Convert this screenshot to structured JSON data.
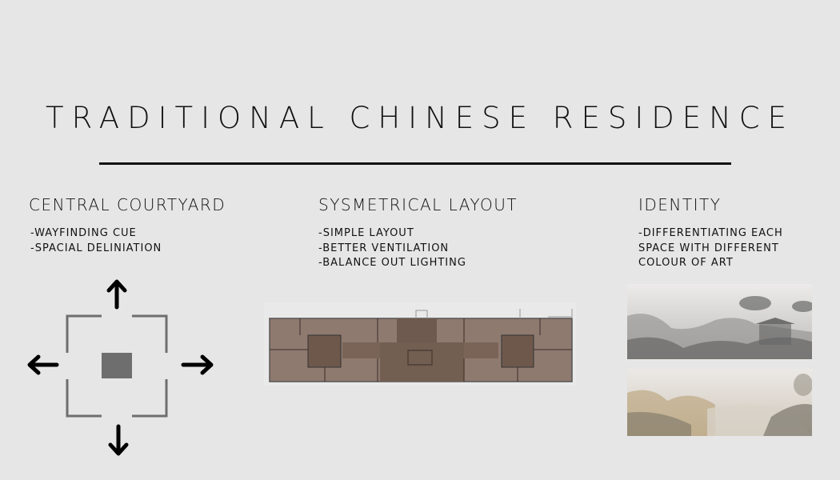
{
  "title": "TRADITIONAL CHINESE RESIDENCE",
  "sections": [
    {
      "heading": "CENTRAL COURTYARD",
      "points": [
        "-WAYFINDING CUE",
        "-SPACIAL DELINIATION"
      ]
    },
    {
      "heading": "SYSMETRICAL LAYOUT",
      "points": [
        "-SIMPLE LAYOUT",
        "-BETTER VENTILATION",
        "-BALANCE OUT LIGHTING"
      ]
    },
    {
      "heading": "IDENTITY",
      "points": [
        "-DIFFERENTIATING EACH",
        "SPACE WITH DIFFERENT",
        "COLOUR OF ART"
      ]
    }
  ],
  "colors": {
    "background": "#e6e6e6",
    "plan_fill": "#8a7468",
    "plan_dark": "#6e574b"
  }
}
